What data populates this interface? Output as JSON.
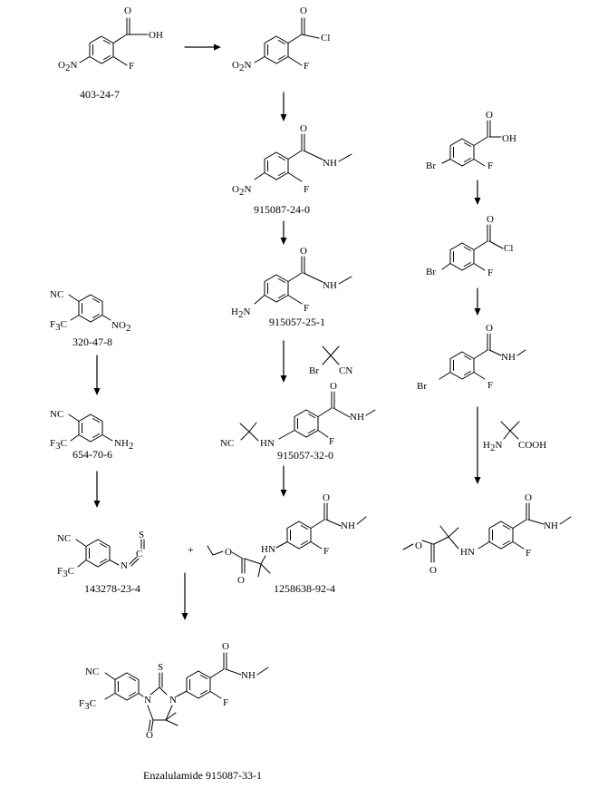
{
  "labels": {
    "cas_403_24_7": "403-24-7",
    "cas_915087_24_0": "915087-24-0",
    "cas_915057_25_1": "915057-25-1",
    "cas_915057_32_0": "915057-32-0",
    "cas_320_47_8": "320-47-8",
    "cas_654_70_6": "654-70-6",
    "cas_143278_23_4": "143278-23-4",
    "cas_1258638_92_4": "1258638-92-4",
    "product": "Enzalulamide 915087-33-1",
    "plus": "+"
  },
  "atoms": {
    "OH": "OH",
    "O": "O",
    "F": "F",
    "Cl": "Cl",
    "NH": "NH",
    "N": "N",
    "H": "H",
    "HN": "HN",
    "Br": "Br",
    "CN": "CN",
    "NC": "NC",
    "F3C": "F",
    "C": "C",
    "S": "S",
    "COOH": "COOH",
    "two": "2",
    "three": "3"
  }
}
